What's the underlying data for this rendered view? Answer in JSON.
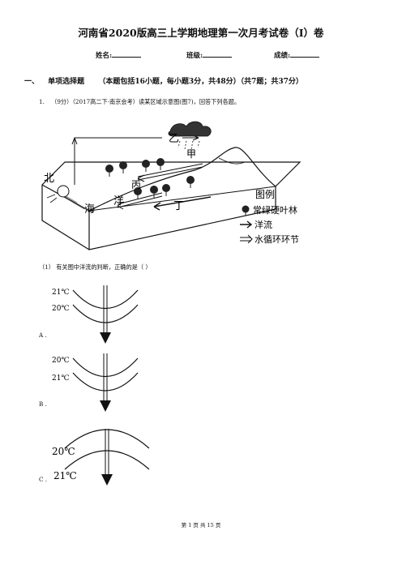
{
  "header": {
    "title": "河南省2020版高三上学期地理第一次月考试卷（I）卷",
    "name_label": "姓名:",
    "class_label": "班级:",
    "score_label": "成绩:"
  },
  "section": {
    "number": "一、",
    "name": "单项选择题",
    "note": "（本题包括16小题，每小题3分，共48分）（共7题；共37分）"
  },
  "question1": {
    "number": "1.",
    "text": "（9分）（2017高二下·南京会考）读某区域示意图(图7)，回答下列各题。"
  },
  "figure": {
    "labels": {
      "north": "北",
      "yi": "乙",
      "jia": "甲",
      "bing": "丙",
      "hai": "海",
      "yang": "洋",
      "ding": "丁"
    },
    "legend": {
      "title": "图例",
      "items": [
        "常绿硬叶林",
        "洋流",
        "水循环环节"
      ]
    }
  },
  "subquestion": {
    "text": "（1）  有关图中洋流的判断，正确的是（       ）"
  },
  "options": [
    {
      "letter": "A .",
      "top_temp": "21℃",
      "bottom_temp": "20℃"
    },
    {
      "letter": "B .",
      "top_temp": "20℃",
      "bottom_temp": "21℃"
    },
    {
      "letter": "C .",
      "top_temp": "20℃",
      "bottom_temp": "21℃"
    }
  ],
  "footer": {
    "text": "第 1 页 共 15 页"
  }
}
